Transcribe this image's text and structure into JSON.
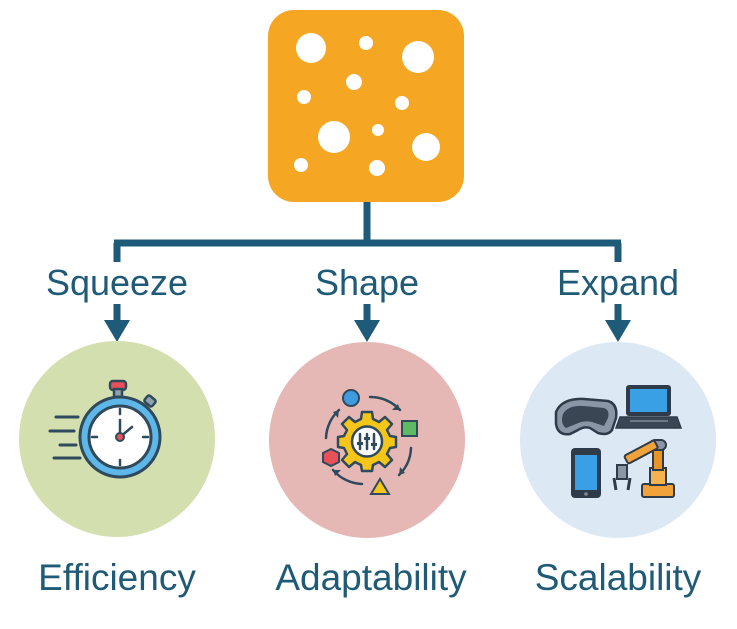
{
  "root": {
    "icon": "cheese-block-icon",
    "color": "#F5A623"
  },
  "connector_color": "#1E5B78",
  "branches": [
    {
      "action": "Squeeze",
      "result": "Efficiency",
      "circle_color": "#D3DFAF",
      "icon": "stopwatch-icon"
    },
    {
      "action": "Shape",
      "result": "Adaptability",
      "circle_color": "#E6B8B5",
      "icon": "gear-process-icon"
    },
    {
      "action": "Expand",
      "result": "Scalability",
      "circle_color": "#DCE8F4",
      "icon": "devices-robot-icon"
    }
  ]
}
